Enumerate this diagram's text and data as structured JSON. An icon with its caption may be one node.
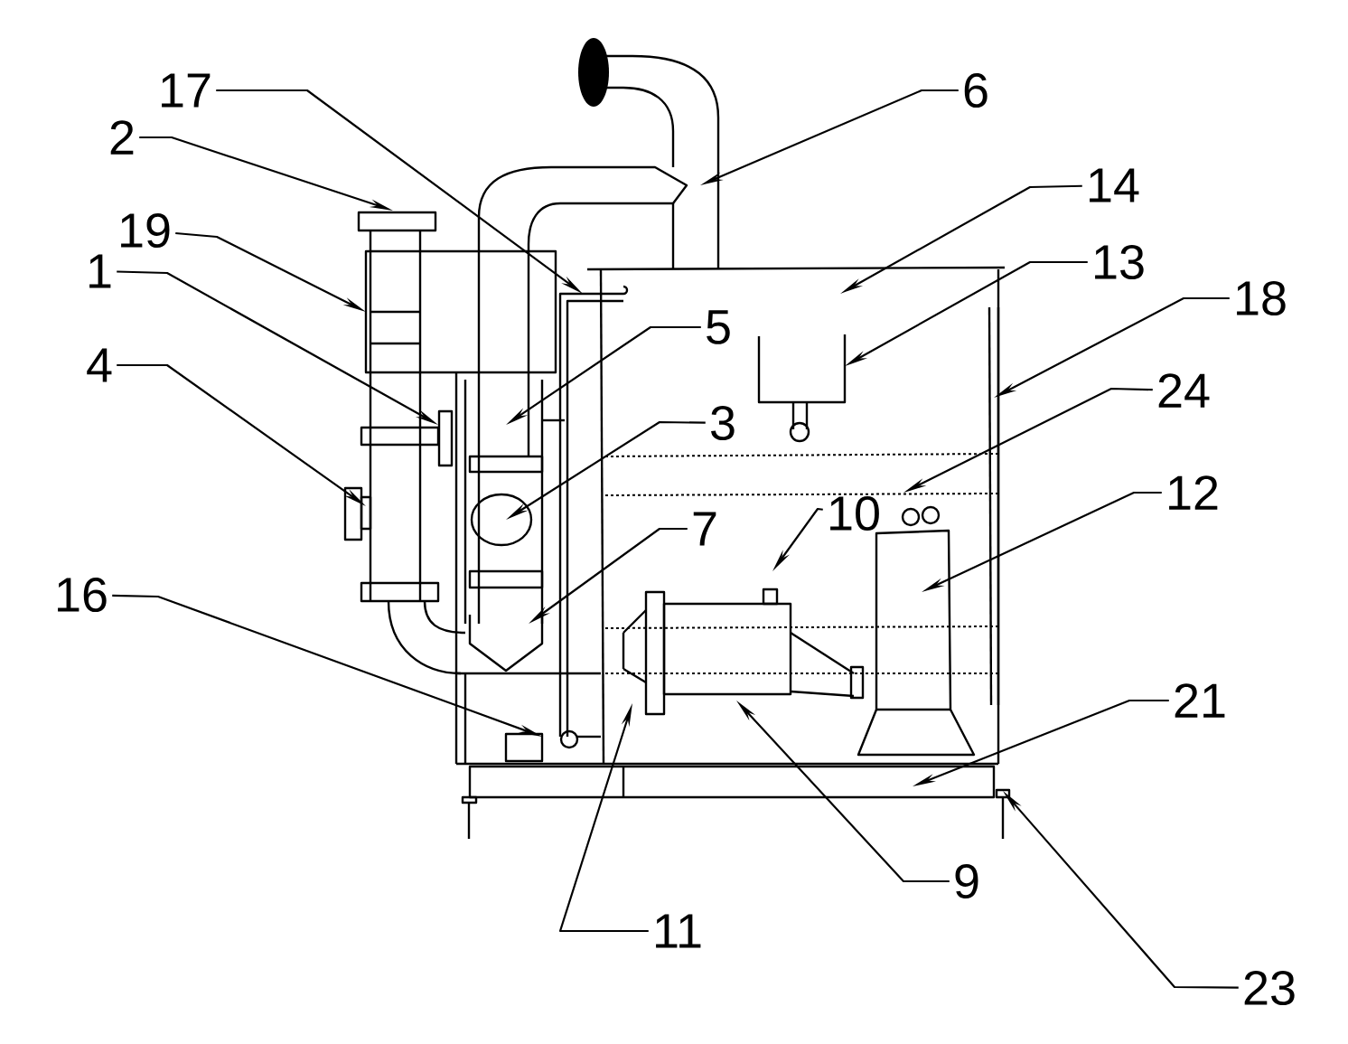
{
  "diagram": {
    "nodes": [
      {
        "text": [
          "17"
        ]
      },
      {
        "text": [
          "6"
        ]
      },
      {
        "text": [
          "2"
        ]
      },
      {
        "text": [
          "14"
        ]
      },
      {
        "text": [
          "19"
        ]
      },
      {
        "text": [
          "13"
        ]
      },
      {
        "text": [
          "1"
        ]
      },
      {
        "text": [
          "5"
        ]
      },
      {
        "text": [
          "18"
        ]
      },
      {
        "text": [
          "4"
        ]
      },
      {
        "text": [
          "3"
        ]
      },
      {
        "text": [
          "24"
        ]
      },
      {
        "text": [
          "10"
        ]
      },
      {
        "text": [
          "12"
        ]
      },
      {
        "text": [
          "7"
        ]
      },
      {
        "text": [
          "16"
        ]
      },
      {
        "text": [
          "21"
        ]
      },
      {
        "text": [
          "9"
        ]
      },
      {
        "text": [
          "11"
        ]
      },
      {
        "text": [
          "23"
        ]
      }
    ],
    "edges": [
      {
        "from": 0,
        "to": null,
        "arrow": "to"
      },
      {
        "from": 1,
        "to": null,
        "arrow": "to"
      },
      {
        "from": 2,
        "to": null,
        "arrow": "to"
      },
      {
        "from": 3,
        "to": null,
        "arrow": "to"
      },
      {
        "from": 4,
        "to": null,
        "arrow": "to"
      },
      {
        "from": 5,
        "to": null,
        "arrow": "to"
      },
      {
        "from": 6,
        "to": null,
        "arrow": "to"
      },
      {
        "from": 7,
        "to": null,
        "arrow": "to"
      },
      {
        "from": 8,
        "to": null,
        "arrow": "to"
      },
      {
        "from": 9,
        "to": null,
        "arrow": "to"
      },
      {
        "from": 10,
        "to": null,
        "arrow": "to"
      },
      {
        "from": 11,
        "to": null,
        "arrow": "to"
      },
      {
        "from": 12,
        "to": null,
        "arrow": "to"
      },
      {
        "from": 13,
        "to": null,
        "arrow": "to"
      },
      {
        "from": 14,
        "to": null,
        "arrow": "to"
      },
      {
        "from": 15,
        "to": null,
        "arrow": "to"
      },
      {
        "from": 16,
        "to": null,
        "arrow": "to"
      },
      {
        "from": 17,
        "to": null,
        "arrow": "to"
      },
      {
        "from": 18,
        "to": null,
        "arrow": "to"
      },
      {
        "from": 19,
        "to": null,
        "arrow": "to"
      }
    ]
  }
}
